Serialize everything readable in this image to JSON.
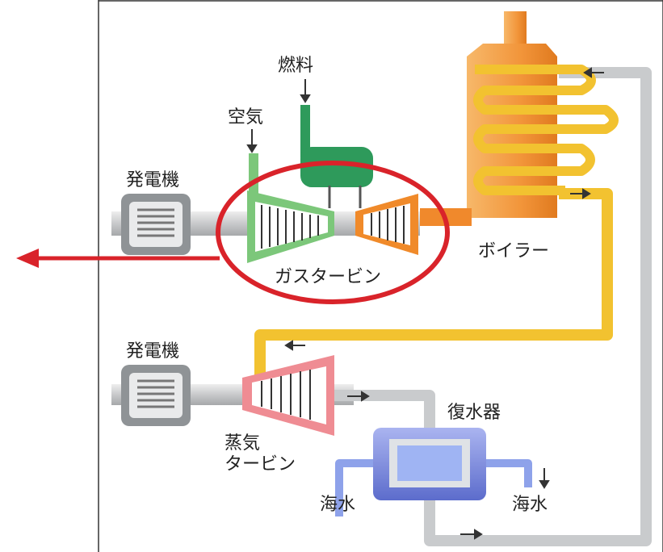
{
  "labels": {
    "fuel": "燃料",
    "air": "空気",
    "generator_top": "発電機",
    "gas_turbine": "ガスタービン",
    "boiler": "ボイラー",
    "generator_bottom": "発電機",
    "condenser": "復水器",
    "steam_turbine_line1": "蒸気",
    "steam_turbine_line2": "タービン",
    "seawater_in": "海水",
    "seawater_out": "海水"
  },
  "colors": {
    "highlight_red": "#d9232a",
    "pipe_gray": "#c9cbcd",
    "steam_yellow": "#f2c230",
    "boiler_orange": "#f39a3c",
    "fuel_green": "#2e9a5b",
    "compressor_green": "#7cc77a",
    "turbine_orange": "#f08a2a",
    "steam_turbine_pink": "#ef8c93",
    "condenser_blue": "#6f7fd6",
    "seawater_blue": "#8ea2ea",
    "generator_gray": "#8f9396"
  }
}
